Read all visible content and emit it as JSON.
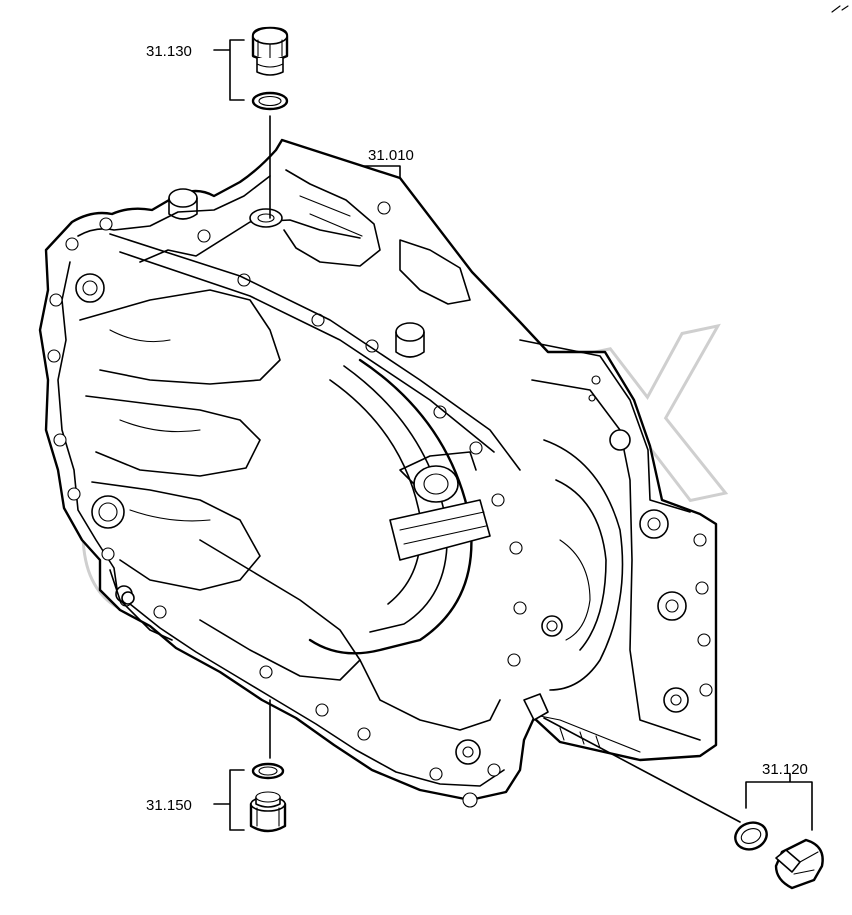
{
  "diagram": {
    "watermark": "OPEX",
    "callouts": [
      {
        "id": "31.130",
        "label": "31.130",
        "part": "drain-plug-top"
      },
      {
        "id": "31.010",
        "label": "31.010",
        "part": "transmission-housing"
      },
      {
        "id": "31.150",
        "label": "31.150",
        "part": "drain-plug-bottom"
      },
      {
        "id": "31.120",
        "label": "31.120",
        "part": "drain-plug-right"
      }
    ]
  }
}
